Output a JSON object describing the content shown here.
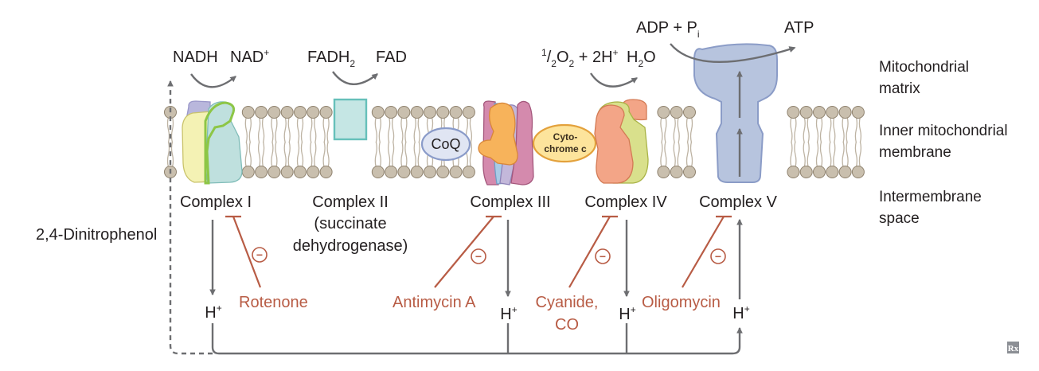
{
  "reactions": {
    "nadh": "NADH",
    "nad_plus": "NAD",
    "fadh2": "FADH",
    "fadh2_sub": "2",
    "fad": "FAD",
    "half": "1",
    "half_den": "2",
    "o2": "O",
    "o2_sub": "2",
    "plus_2h": " + 2H",
    "h2o_h": "H",
    "h2o_sub": "2",
    "h2o_o": "O",
    "adp_pi": "ADP + P",
    "pi_sub": "i",
    "atp": "ATP",
    "plus_sup": "+"
  },
  "regions": {
    "matrix_line1": "Mitochondrial",
    "matrix_line2": "matrix",
    "membrane_line1": "Inner mitochondrial",
    "membrane_line2": "membrane",
    "ims_line1": "Intermembrane",
    "ims_line2": "space"
  },
  "carriers": {
    "coq": "CoQ",
    "cytc_line1": "Cyto-",
    "cytc_line2": "chrome c"
  },
  "complexes": {
    "c1": "Complex I",
    "c2_line1": "Complex II",
    "c2_line2": "(succinate",
    "c2_line3": "dehydrogenase)",
    "c3": "Complex III",
    "c4": "Complex IV",
    "c5": "Complex V"
  },
  "protons": {
    "h": "H",
    "plus": "+"
  },
  "inhibitors": {
    "rotenone": "Rotenone",
    "antimycin": "Antimycin A",
    "cyanide_line1": "Cyanide,",
    "cyanide_line2": "CO",
    "oligomycin": "Oligomycin",
    "minus": "−"
  },
  "uncoupler": "2,4-Dinitrophenol",
  "logo": "Rx",
  "colors": {
    "inhibitor_red": "#b85c45",
    "arrow_gray": "#6d6e71",
    "head_beige": "#c9bfae",
    "complex_i_yellow": "#f4f2b4",
    "complex_i_teal": "#bfe0de",
    "complex_i_purple": "#b9b7dc",
    "complex_i_green": "#8dc646",
    "complex_ii_teal": "#c5e6e4",
    "coq_fill": "#e0e5f3",
    "complex_iii_orange": "#f7b35b",
    "complex_iii_pink": "#d48aad",
    "cytc_fill": "#fde49c",
    "complex_iv_salmon": "#f3a587",
    "complex_iv_green": "#d9e08c",
    "complex_v_blue": "#b7c4de"
  }
}
